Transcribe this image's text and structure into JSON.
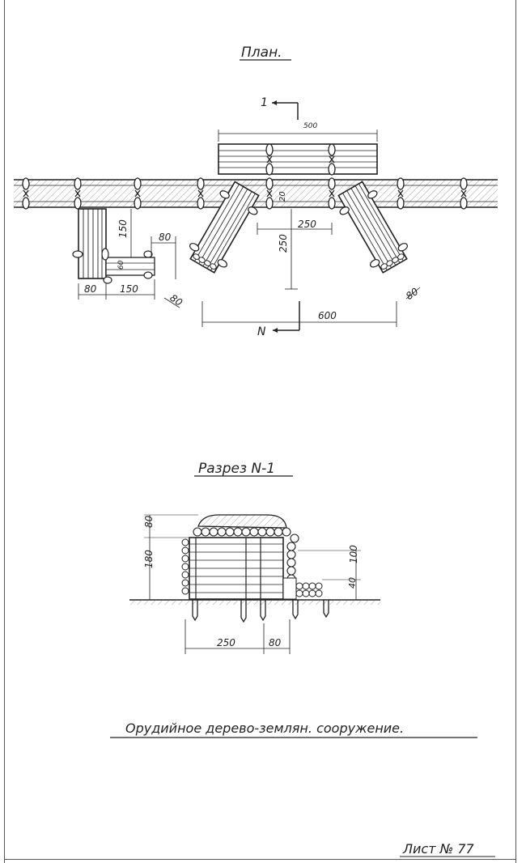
{
  "plan": {
    "title": "План.",
    "section_marker_top": "1",
    "section_marker_bottom": "N",
    "dims": {
      "top_width": "500",
      "small_height": "20",
      "gap": "250",
      "depth": "250",
      "total_width": "600",
      "left_width": "80",
      "left_depth": "150",
      "left_run": "150",
      "left_small": "60",
      "left_offset": "80",
      "left_wing": "80",
      "right_wing": "80"
    }
  },
  "section": {
    "title": "Разрез N-1",
    "dims": {
      "top_height": "80",
      "height": "180",
      "right_height": "100",
      "low_height": "40",
      "width": "250",
      "width2": "80"
    }
  },
  "caption": "Орудийное дерево-землян. сооружение.",
  "sheet_number": "Лист № 77"
}
